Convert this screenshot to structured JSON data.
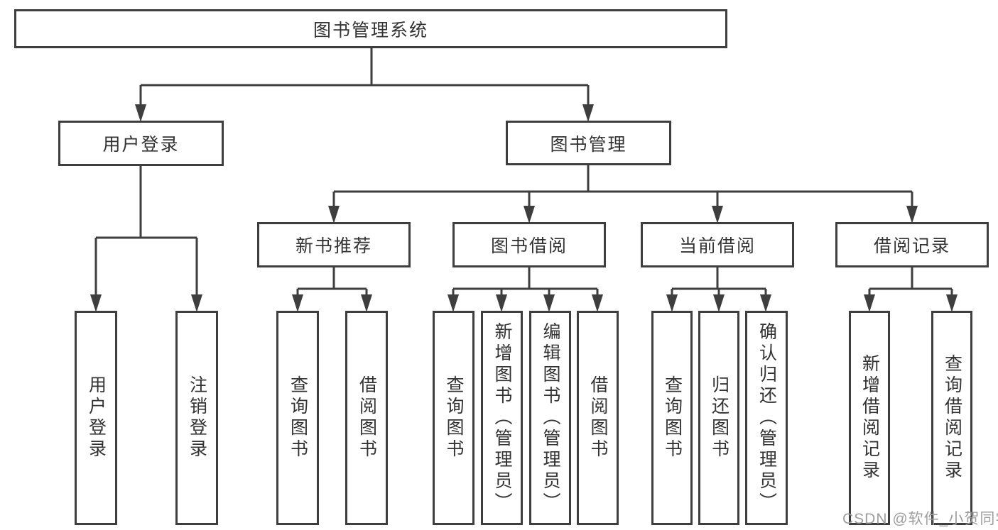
{
  "tree": {
    "label": "图书管理系统",
    "children": [
      {
        "label": "用户登录",
        "children": [
          {
            "label": "用户登录"
          },
          {
            "label": "注销登录"
          }
        ]
      },
      {
        "label": "图书管理",
        "children": [
          {
            "label": "新书推荐",
            "children": [
              {
                "label": "查询图书"
              },
              {
                "label": "借阅图书"
              }
            ]
          },
          {
            "label": "图书借阅",
            "children": [
              {
                "label": "查询图书"
              },
              {
                "label": "新增图书（管理员）"
              },
              {
                "label": "编辑图书（管理员）"
              },
              {
                "label": "借阅图书"
              }
            ]
          },
          {
            "label": "当前借阅",
            "children": [
              {
                "label": "查询图书"
              },
              {
                "label": "归还图书"
              },
              {
                "label": "确认归还（管理员）"
              }
            ]
          },
          {
            "label": "借阅记录",
            "children": [
              {
                "label": "新增借阅记录"
              },
              {
                "label": "查询借阅记录"
              }
            ]
          }
        ]
      }
    ]
  },
  "watermark": {
    "text": "CSDN @软件_小贺同学"
  },
  "colors": {
    "line": "#3e3e3e",
    "text": "#333333",
    "background": "#ffffff",
    "watermark": "#9e9e9e"
  }
}
